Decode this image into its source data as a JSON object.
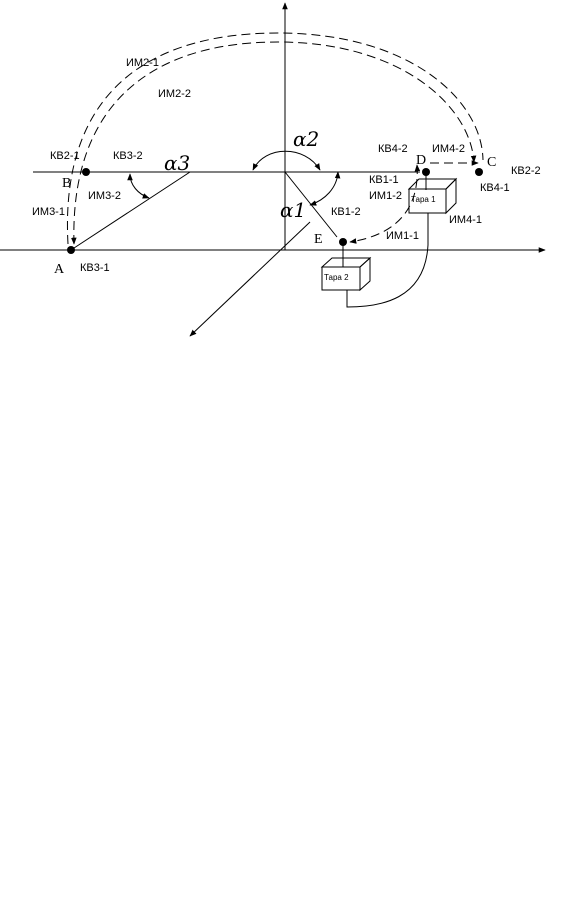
{
  "points": {
    "A": "A",
    "B": "B",
    "C": "C",
    "D": "D",
    "E": "E"
  },
  "angles": {
    "alpha1": "α1",
    "alpha2": "α2",
    "alpha3": "α3"
  },
  "limit_switches": {
    "kv1_1": "КВ1-1",
    "kv1_2": "КВ1-2",
    "kv2_1": "КВ2-1",
    "kv2_2": "КВ2-2",
    "kv3_1": "КВ3-1",
    "kv3_2": "КВ3-2",
    "kv4_1": "КВ4-1",
    "kv4_2": "КВ4-2"
  },
  "actuators": {
    "im1_1": "ИМ1-1",
    "im1_2": "ИМ1-2",
    "im2_1": "ИМ2-1",
    "im2_2": "ИМ2-2",
    "im3_1": "ИМ3-1",
    "im3_2": "ИМ3-2",
    "im4_1": "ИМ4-1",
    "im4_2": "ИМ4-2"
  },
  "containers": {
    "tara1": "Тара 1",
    "tara2": "Тара 2"
  }
}
